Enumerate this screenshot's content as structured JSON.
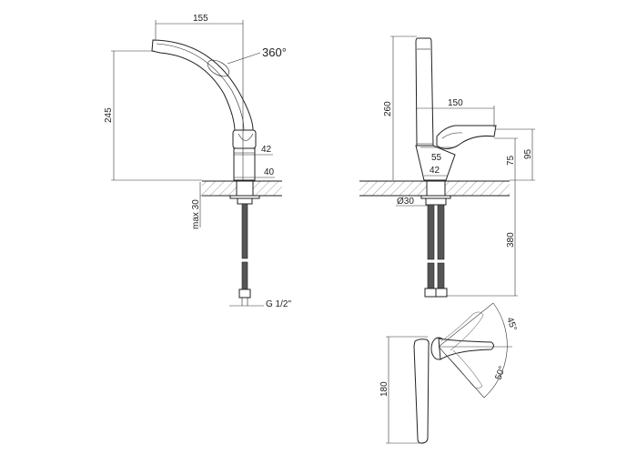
{
  "title": "Faucet technical drawing",
  "front_view": {
    "spout_reach": "155",
    "rotation": "360°",
    "spout_height": "245",
    "body_top_diameter": "42",
    "body_base_diameter": "40",
    "max_counter_thickness": "max 30",
    "connection_thread": "G 1/2\""
  },
  "side_view": {
    "total_height": "260",
    "handle_reach": "150",
    "base_upper_width": "55",
    "base_lower_width": "42",
    "handle_height_low": "75",
    "handle_height_high": "95",
    "mounting_hole": "Ø30",
    "hose_length": "380"
  },
  "top_view": {
    "length": "180",
    "angle_up": "45°",
    "angle_down": "50°"
  },
  "colors": {
    "line": "#222222",
    "background": "#ffffff"
  }
}
